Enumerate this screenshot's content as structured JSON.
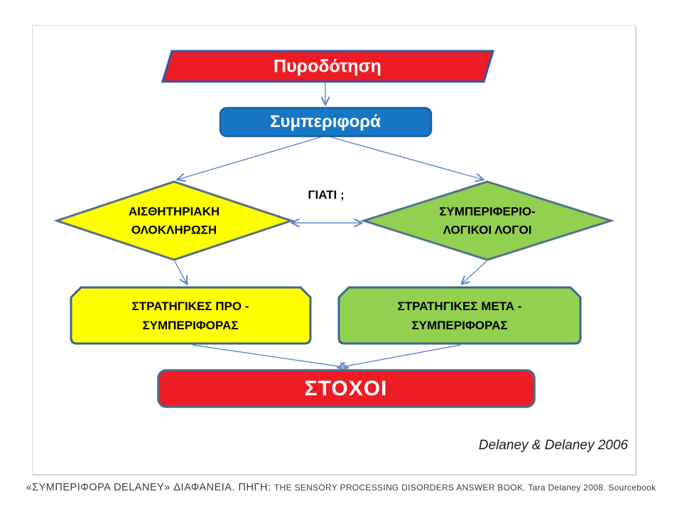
{
  "title": "Delaney behavior flowchart slide",
  "nodes": {
    "trigger": {
      "label": "Πυροδότηση",
      "shape": "parallelogram"
    },
    "behavior": {
      "label": "Συμπεριφορά",
      "shape": "rounded-rectangle"
    },
    "why": {
      "label": "ΓΙΑΤΙ ;"
    },
    "sensory": {
      "line1": "ΑΙΣΘΗΤΗΡΙΑΚΗ",
      "line2": "ΟΛΟΚΛΗΡΩΣΗ",
      "shape": "diamond"
    },
    "behavioral_reasons": {
      "line1": "ΣΥΜΠΕΡΙΦΕΡΙΟ-",
      "line2": "ΛΟΓΙΚΟΙ ΛΟΓΟΙ",
      "shape": "diamond"
    },
    "pre_strategies": {
      "line1": "ΣΤΡΑΤΗΓΙΚΕΣ ΠΡΟ -",
      "line2": "ΣΥΜΠΕΡΙΦΟΡΑΣ",
      "shape": "snip-corner-rectangle"
    },
    "post_strategies": {
      "line1": "ΣΤΡΑΤΗΓΙΚΕΣ ΜΕΤΑ -",
      "line2": "ΣΥΜΠΕΡΙΦΟΡΑΣ",
      "shape": "snip-corner-rectangle"
    },
    "goals": {
      "label": "ΣΤΟΧΟΙ",
      "shape": "rounded-rectangle"
    }
  },
  "edges": [
    "trigger -> behavior",
    "behavior -> sensory",
    "behavior -> behavioral_reasons",
    "sensory <-> behavioral_reasons",
    "sensory -> pre_strategies",
    "behavioral_reasons -> post_strategies",
    "pre_strategies -> goals",
    "post_strategies -> goals"
  ],
  "attribution": "Delaney & Delaney 2006",
  "caption": {
    "greek": "«ΣΥΜΠΕΡΙΦΟΡΑ DELANEY» ΔΙΑΦΑΝΕΙΑ. ΠΗΓΗ: ",
    "english": "THE SENSORY PROCESSING DISORDERS ANSWER BOOK. Tara Delaney 2008.  Sourcebook"
  },
  "colors": {
    "trigger_fill": "#EE1C25",
    "trigger_stroke": "#2B5BA6",
    "behavior_fill": "#1777C4",
    "behavior_stroke": "#1D5EA4",
    "diamond_yellow_fill": "#FFFF00",
    "diamond_green_fill": "#92D050",
    "diamond_stroke": "#54708C",
    "box_yellow_fill": "#FFFF00",
    "box_green_fill": "#92D050",
    "box_stroke": "#40648C",
    "goals_fill": "#EE1C25",
    "goals_stroke": "#4F6788",
    "arrow": "#6488C8"
  }
}
